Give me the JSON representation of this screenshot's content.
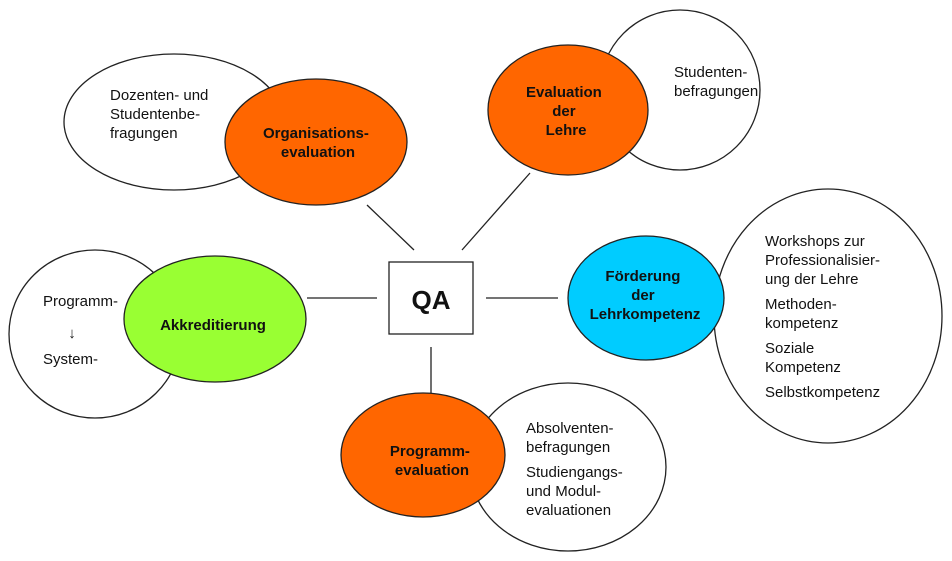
{
  "colors": {
    "orange": "#ff6600",
    "green": "#99ff33",
    "cyan": "#00ccff",
    "outline": "#222222"
  },
  "center": {
    "label": "QA"
  },
  "nodes": {
    "organisation": {
      "label": [
        "Organisations-",
        "evaluation"
      ],
      "notes": [
        "Dozenten- und",
        "Studentenbe-",
        "fragungen"
      ]
    },
    "lehre": {
      "label": [
        "Evaluation",
        "der",
        "Lehre"
      ],
      "notes": [
        "Studenten-",
        "befragungen"
      ]
    },
    "akkreditierung": {
      "label": [
        "Akkreditierung"
      ],
      "notes": [
        "Programm-",
        "System-"
      ],
      "arrow": "↓"
    },
    "foerderung": {
      "label": [
        "Förderung",
        "der",
        "Lehrkompetenz"
      ],
      "notes": [
        "Workshops zur",
        "Professionalisier-",
        "ung der Lehre",
        "Methoden-",
        "kompetenz",
        "Soziale",
        "Kompetenz",
        "Selbstkompetenz"
      ]
    },
    "programm": {
      "label": [
        "Programm-",
        "evaluation"
      ],
      "notes": [
        "Absolventen-",
        "befragungen",
        "Studiengangs-",
        "und Modul-",
        "evaluationen"
      ]
    }
  }
}
